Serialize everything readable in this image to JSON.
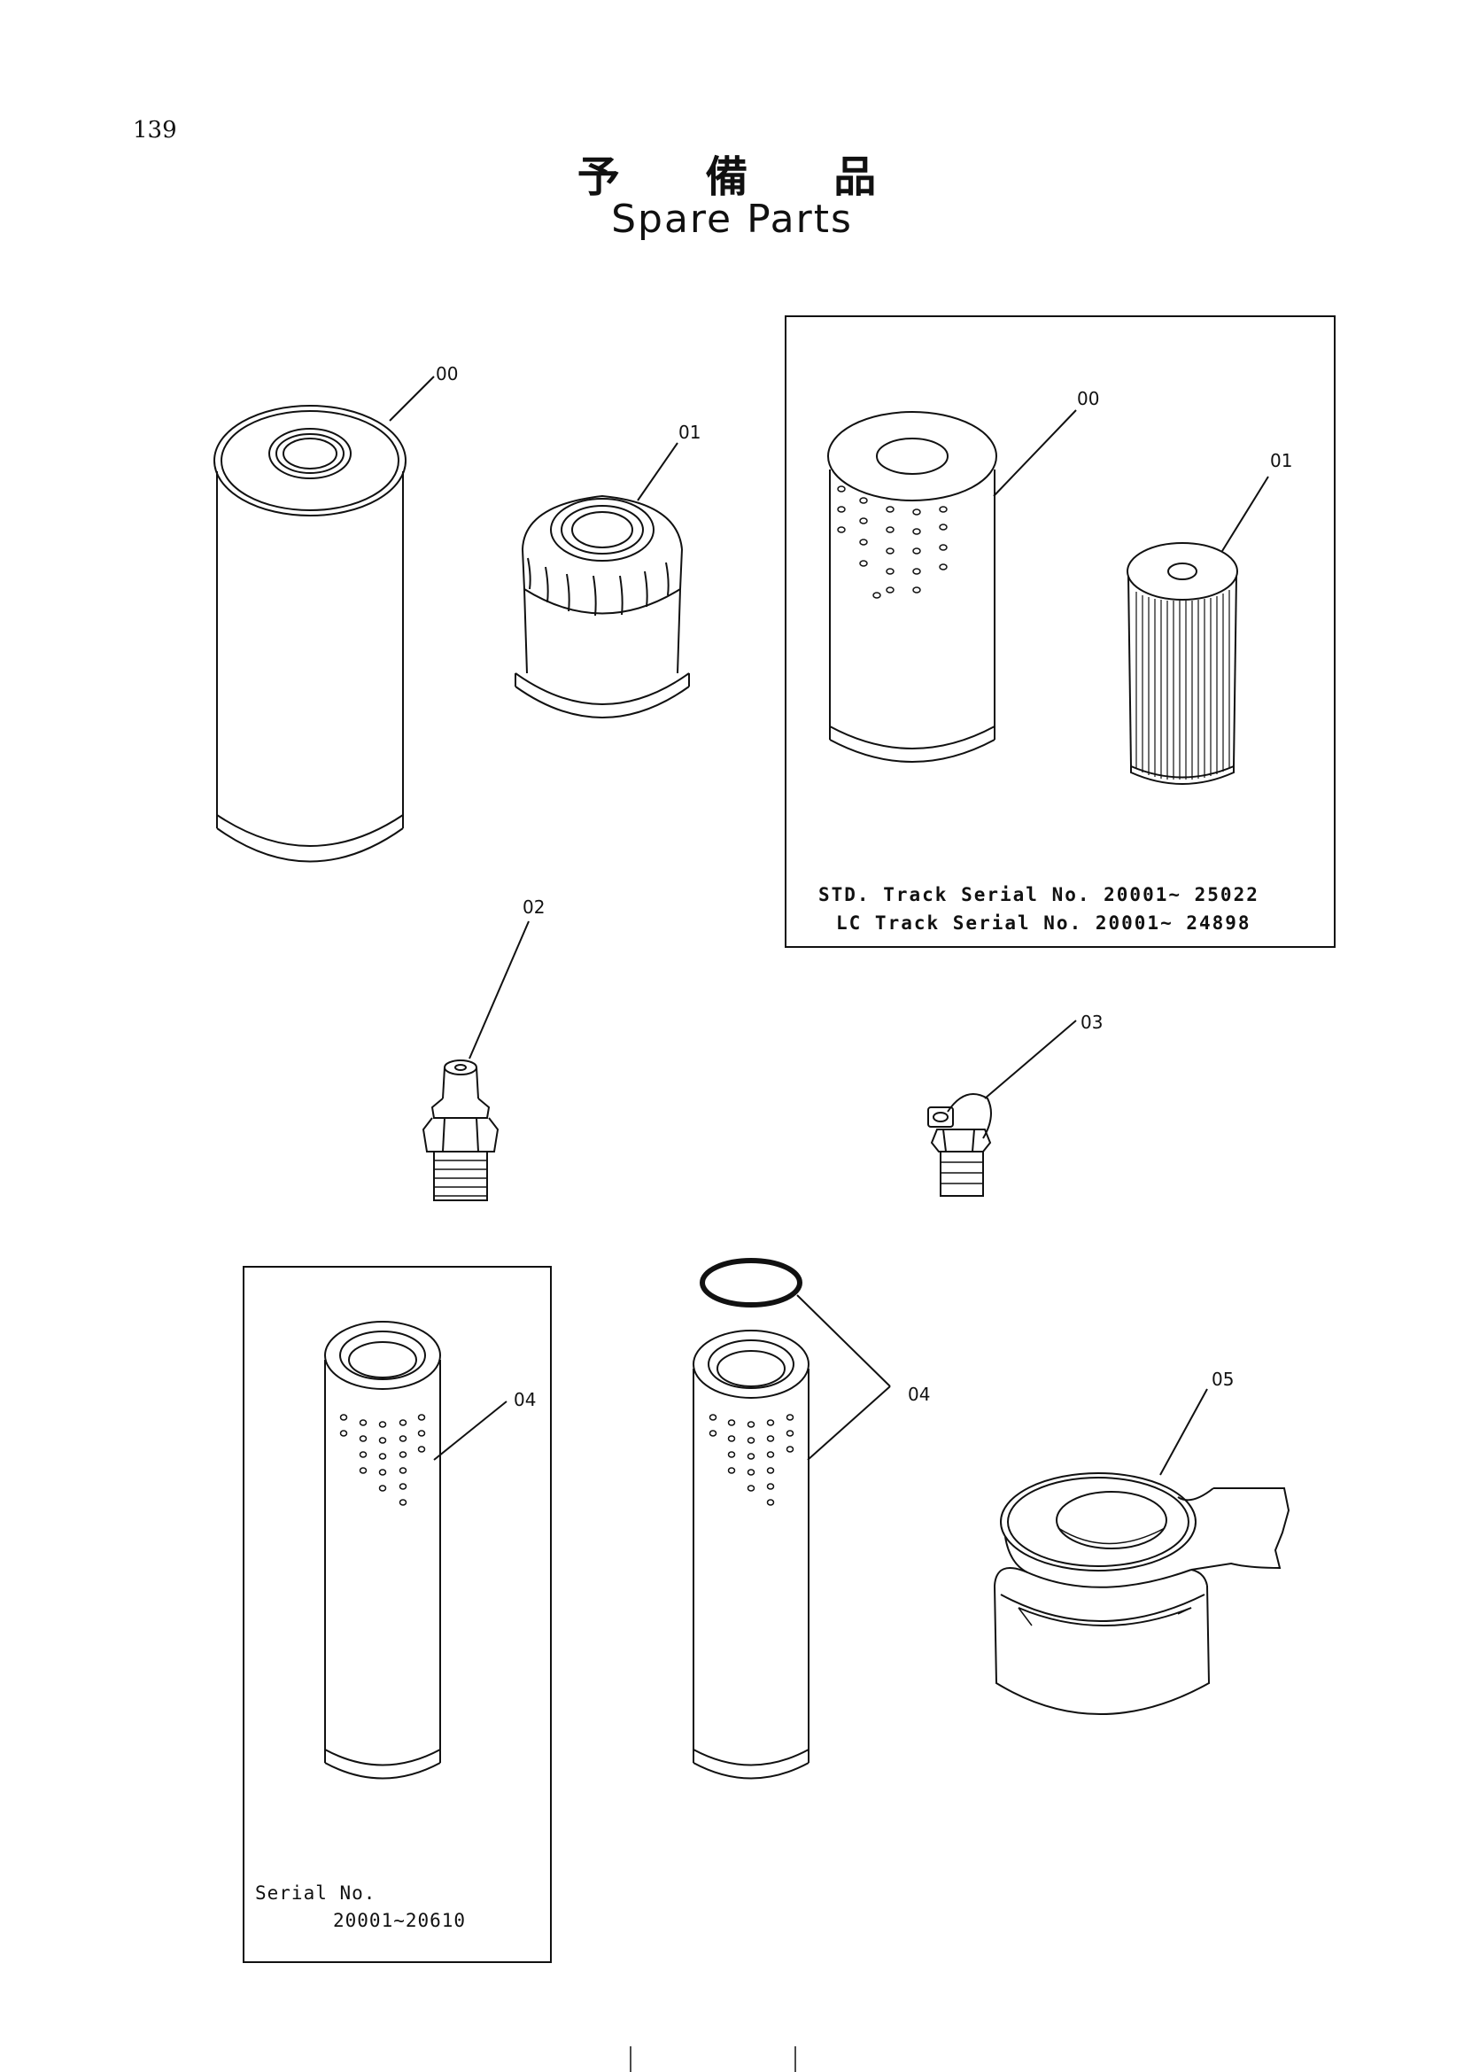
{
  "page": {
    "number": "139",
    "title_ja": "予 備 品",
    "title_en": "Spare Parts"
  },
  "callouts": {
    "p00_left": "00",
    "p01_left": "01",
    "p00_box": "00",
    "p01_box": "01",
    "p02": "02",
    "p03": "03",
    "p04_box": "04",
    "p04_mid": "04",
    "p05": "05"
  },
  "serial_box_top": {
    "line1": "STD. Track Serial No.  20001~ 25022",
    "line2": "LC Track Serial No.  20001~ 24898"
  },
  "serial_box_bottom": {
    "line1": "Serial No.",
    "line2": "20001~20610"
  }
}
